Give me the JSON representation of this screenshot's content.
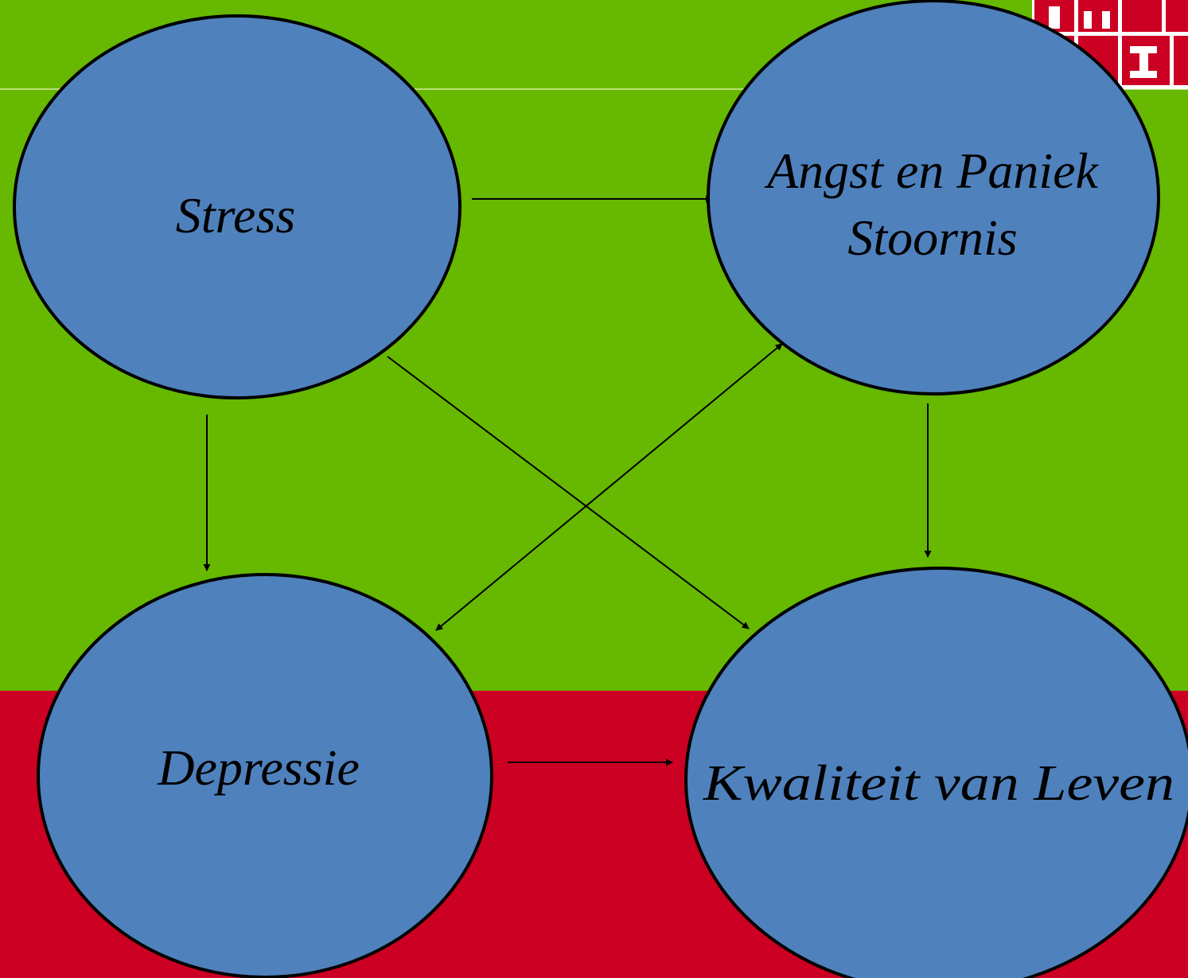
{
  "colors": {
    "background_top": "#66b800",
    "background_bottom": "#cc0022",
    "divider_line": "#b9e07a",
    "node_fill": "#4f81bd",
    "node_stroke": "#000000",
    "edge": "#000000",
    "logo": "#cc0022"
  },
  "logo": {
    "text": "TH I"
  },
  "nodes": [
    {
      "id": "stress",
      "lines": [
        "Stress"
      ]
    },
    {
      "id": "angst",
      "lines": [
        "Angst en Paniek",
        "Stoornis"
      ]
    },
    {
      "id": "depressie",
      "lines": [
        "Depressie"
      ]
    },
    {
      "id": "kwaliteit",
      "lines": [
        "Kwaliteit van Leven"
      ]
    }
  ],
  "edges": [
    {
      "from": "stress",
      "to": "angst"
    },
    {
      "from": "stress",
      "to": "depressie"
    },
    {
      "from": "stress",
      "to": "kwaliteit"
    },
    {
      "from": "angst",
      "to": "kwaliteit"
    },
    {
      "from": "depressie",
      "to": "kwaliteit"
    },
    {
      "from": "angst",
      "to": "depressie",
      "bidirectional": true
    }
  ]
}
